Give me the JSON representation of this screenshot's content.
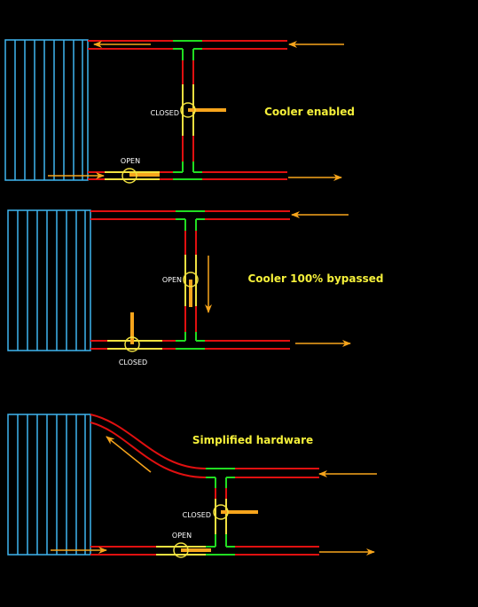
{
  "colors": {
    "background": "#000000",
    "cooler": "#3fb6f0",
    "pipe": "#e01010",
    "fitting": "#22dd22",
    "valve": "#f0e040",
    "flow_arrow": "#f7a51c",
    "caption": "#f5f03a",
    "valve_label": "#ffffff"
  },
  "panels": [
    {
      "caption": "Cooler enabled",
      "valves": [
        {
          "label": "CLOSED",
          "state": "closed"
        },
        {
          "label": "OPEN",
          "state": "open"
        }
      ]
    },
    {
      "caption": "Cooler 100% bypassed",
      "valves": [
        {
          "label": "OPEN",
          "state": "open"
        },
        {
          "label": "CLOSED",
          "state": "closed"
        }
      ]
    },
    {
      "caption": "Simplified hardware",
      "valves": [
        {
          "label": "CLOSED",
          "state": "closed"
        },
        {
          "label": "OPEN",
          "state": "open"
        }
      ]
    }
  ]
}
